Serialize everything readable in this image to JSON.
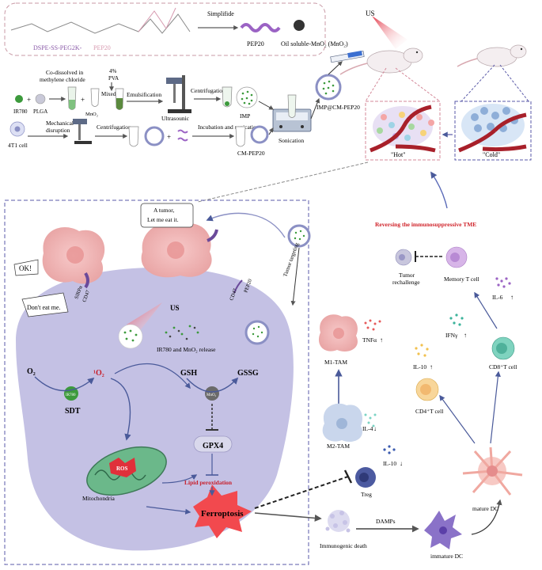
{
  "synthesis": {
    "top_box": {
      "conjugate_label_a": "DSPE-SS-PEG2K-",
      "conjugate_label_b": "PEP20",
      "simplifide": "Simplifide",
      "pep20": "PEP20",
      "mno2": "Oil soluble-MnO₂  (MnO₂)"
    },
    "row1": {
      "cosolved": "Co-dissolved in",
      "methylene": "methylene chloride",
      "ir780": "IR780",
      "plga": "PLGA",
      "mno2": "MnO₂",
      "pva_percent": "4%",
      "pva": "PVA",
      "mixed": "Mixed",
      "emulsification": "Emulsification",
      "ultrasounic": "Ultrasounic",
      "centrifugation": "Centrifugation",
      "imp": "IMP"
    },
    "row2": {
      "cell": "4T1 cell",
      "mechanical": "Mechanical",
      "disruption": "disruption",
      "centrifugation": "Centrifugation",
      "incubation": "Incubation and sonication",
      "cm_pep20": "CM-PEP20"
    },
    "sonication": "Sonication",
    "imp_cm_pep20": "IMP@CM-PEP20",
    "plus": "+"
  },
  "mice": {
    "us": "US",
    "hot": "\"Hot\"",
    "cold": "\"Cold\"",
    "reversing": "Reversing the immunosuppressive TME"
  },
  "cell_panel": {
    "ok": "OK!",
    "dont_eat": "Don't eat me.",
    "tumor_1": "A tumor,",
    "tumor_2": "Let me eat it.",
    "sirpa": "SIRPα",
    "cd47_left": "CD47",
    "cd47_right": "CD47",
    "pep20": "PEP20",
    "tumor_targeting": "Tumor targeting",
    "us": "US",
    "release": "IR780 and MnO₂ release",
    "o2": "O₂",
    "singlet": "¹O₂",
    "ir780": "IR780",
    "sdt": "SDT",
    "gsh": "GSH",
    "mno2": "MnO₂",
    "gssg": "GSSG",
    "gpx4": "GPX4",
    "lipid": "Lipid peroxidation",
    "ferroptosis": "Ferroptosis",
    "ros": "ROS",
    "mito": "Mitochondria"
  },
  "immune": {
    "tumor_rechallenge_1": "Tumor",
    "tumor_rechallenge_2": "rechallenge",
    "memory_t": "Memory T cell",
    "il6": "IL-6",
    "m1": "M1-TAM",
    "tnfa": "TNFα",
    "ifng": "IFNγ",
    "il10_up": "IL-10",
    "cd8": "CD8⁺T cell",
    "cd4": "CD4⁺T cell",
    "il4": "IL-4",
    "m2": "M2-TAM",
    "il10_down": "IL-10",
    "treg": "Treg",
    "mature_dc": "mature DC",
    "damps": "DAMPs",
    "immunogenic": "Immunogenic death",
    "immature_dc": "immature DC",
    "up": "↑",
    "down": "↓"
  }
}
